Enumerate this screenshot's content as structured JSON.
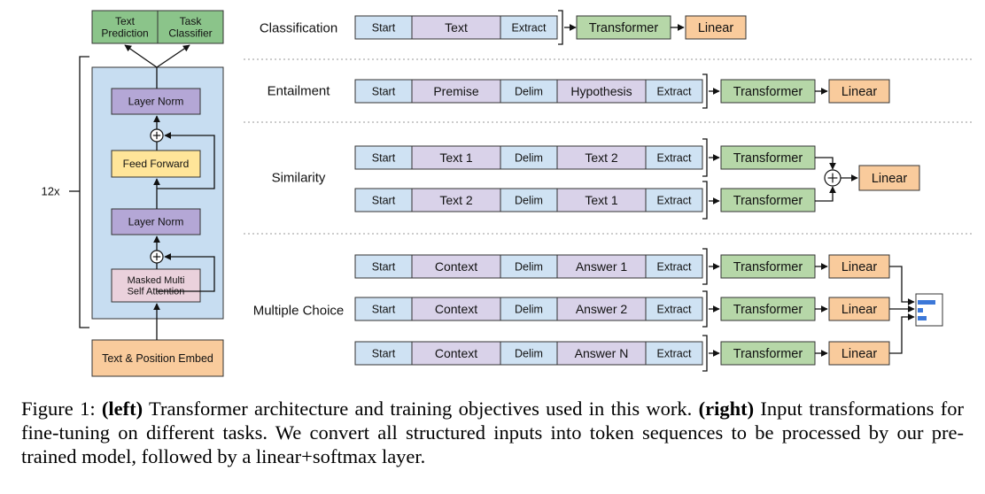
{
  "colors": {
    "head": "#8bc48a",
    "main_panel": "#c7ddf1",
    "layer_norm": "#b4a7d6",
    "feed_forward": "#ffe599",
    "attention": "#ead1dc",
    "embed": "#f9cb9c",
    "start": "#cfe2f3",
    "content": "#d9d2e9",
    "transformer": "#b6d7a8",
    "linear": "#f9cb9c"
  },
  "left": {
    "heads": [
      "Text\nPrediction",
      "Task\nClassifier"
    ],
    "repeat": "12x",
    "layer_norm": "Layer Norm",
    "feed_forward": "Feed Forward",
    "attention": "Masked Multi\nSelf Attention",
    "embed": "Text & Position Embed"
  },
  "tasks": [
    {
      "name": "Classification",
      "rows": [
        [
          "Start",
          "Text",
          "Extract"
        ]
      ],
      "transformer": "Transformer",
      "linear": "Linear"
    },
    {
      "name": "Entailment",
      "rows": [
        [
          "Start",
          "Premise",
          "Delim",
          "Hypothesis",
          "Extract"
        ]
      ],
      "transformer": "Transformer",
      "linear": "Linear"
    },
    {
      "name": "Similarity",
      "rows": [
        [
          "Start",
          "Text 1",
          "Delim",
          "Text 2",
          "Extract"
        ],
        [
          "Start",
          "Text 2",
          "Delim",
          "Text 1",
          "Extract"
        ]
      ],
      "transformer": "Transformer",
      "linear": "Linear"
    },
    {
      "name": "Multiple Choice",
      "rows": [
        [
          "Start",
          "Context",
          "Delim",
          "Answer 1",
          "Extract"
        ],
        [
          "Start",
          "Context",
          "Delim",
          "Answer 2",
          "Extract"
        ],
        [
          "Start",
          "Context",
          "Delim",
          "Answer N",
          "Extract"
        ]
      ],
      "transformer": "Transformer",
      "linear": "Linear"
    }
  ],
  "caption": {
    "prefix": "Figure 1: ",
    "left_tag": "(left)",
    "part1": " Transformer architecture and training objectives used in this work. ",
    "right_tag": "(right)",
    "part2": " Input transformations for fine-tuning on different tasks.  We convert all structured inputs into token sequences to be processed by our pre-trained model, followed by a linear+softmax layer."
  }
}
